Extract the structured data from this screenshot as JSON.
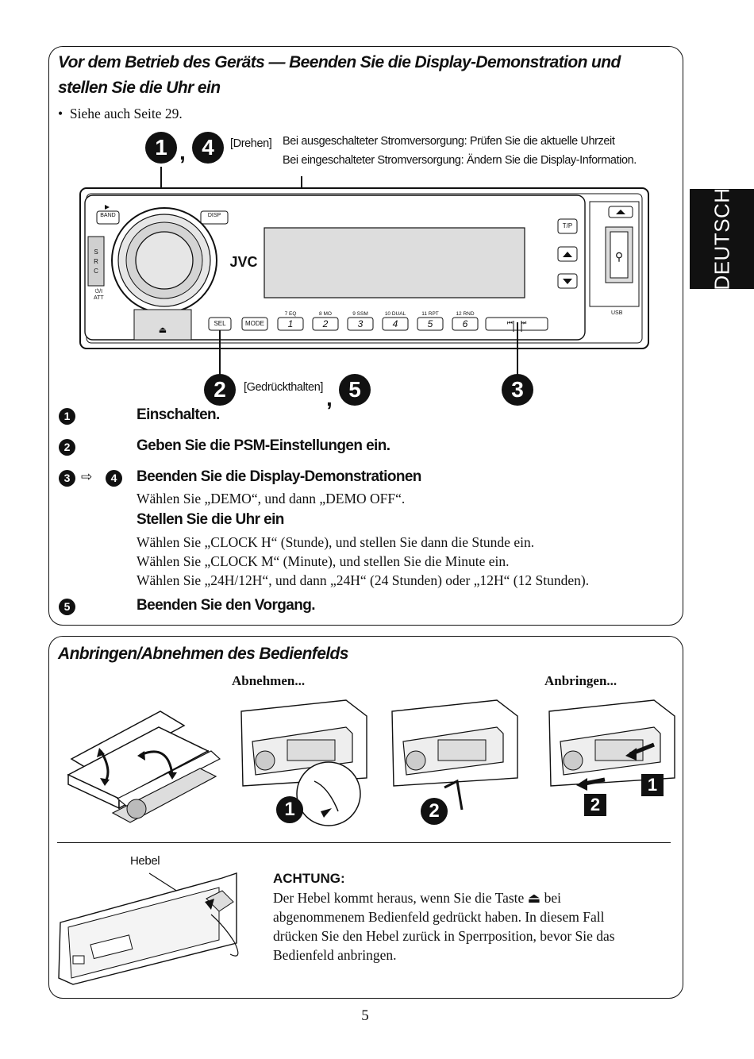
{
  "section1": {
    "title": "Vor dem Betrieb des Geräts — Beenden Sie die Display-Demonstration und stellen Sie die Uhr ein",
    "see_also": "Siehe auch Seite 29.",
    "callout": {
      "num_a": "1",
      "comma": ",",
      "num_b": "4",
      "drehen": "[Drehen]",
      "line1": "Bei ausgeschalteter Stromversorgung: Prüfen Sie die aktuelle Uhrzeit",
      "line2": "Bei eingeschalteter Stromversorgung: Ändern Sie die Display-Information."
    },
    "callout_bottom": {
      "num_2": "2",
      "hold": "[Gedrückthalten]",
      "comma": ",",
      "num_5": "5",
      "num_3": "3"
    },
    "device": {
      "brand": "JVC",
      "band": "BAND",
      "disp": "DISP",
      "src": [
        "S",
        "R",
        "C"
      ],
      "att": "⏻/I",
      "att2": "ATT",
      "sel": "SEL",
      "mode": "MODE",
      "tp": "T/P",
      "usb": "USB",
      "presets": [
        {
          "top": "7  EQ",
          "num": "1"
        },
        {
          "top": "8  MO",
          "num": "2"
        },
        {
          "top": "9  SSM",
          "num": "3"
        },
        {
          "top": "10 DUAL",
          "num": "4"
        },
        {
          "top": "11  RPT",
          "num": "5"
        },
        {
          "top": "12  RND",
          "num": "6"
        }
      ]
    },
    "steps": [
      {
        "num": "1",
        "heading": "Einschalten."
      },
      {
        "num": "2",
        "heading": "Geben Sie die PSM-Einstellungen ein."
      },
      {
        "num": "3",
        "arrow": "⇨",
        "num2": "4",
        "heading": "Beenden Sie die Display-Demonstrationen",
        "body": "Wählen Sie „DEMO“, und dann „DEMO OFF“."
      },
      {
        "heading": "Stellen Sie die Uhr ein",
        "lines": [
          "Wählen Sie „CLOCK H“ (Stunde), und stellen Sie dann die Stunde ein.",
          "Wählen Sie „CLOCK M“ (Minute), und stellen Sie die Minute ein.",
          "Wählen Sie „24H/12H“, und dann „24H“ (24 Stunden) oder „12H“ (12 Stunden)."
        ]
      },
      {
        "num": "5",
        "heading": "Beenden Sie den Vorgang."
      }
    ]
  },
  "tab": "DEUTSCH",
  "section2": {
    "title": "Anbringen/Abnehmen des Bedienfelds",
    "abnehmen": "Abnehmen...",
    "anbringen": "Anbringen...",
    "fig_nums": [
      "1",
      "2",
      "1",
      "2"
    ],
    "hebel": "Hebel",
    "achtung_title": "ACHTUNG:",
    "achtung_lines": [
      "Der Hebel kommt heraus, wenn Sie die Taste ⏏ bei",
      "abgenommenem Bedienfeld gedrückt haben. In diesem Fall",
      "drücken Sie den Hebel zurück in Sperrposition, bevor Sie das",
      "Bedienfeld anbringen."
    ]
  },
  "page_number": "5"
}
